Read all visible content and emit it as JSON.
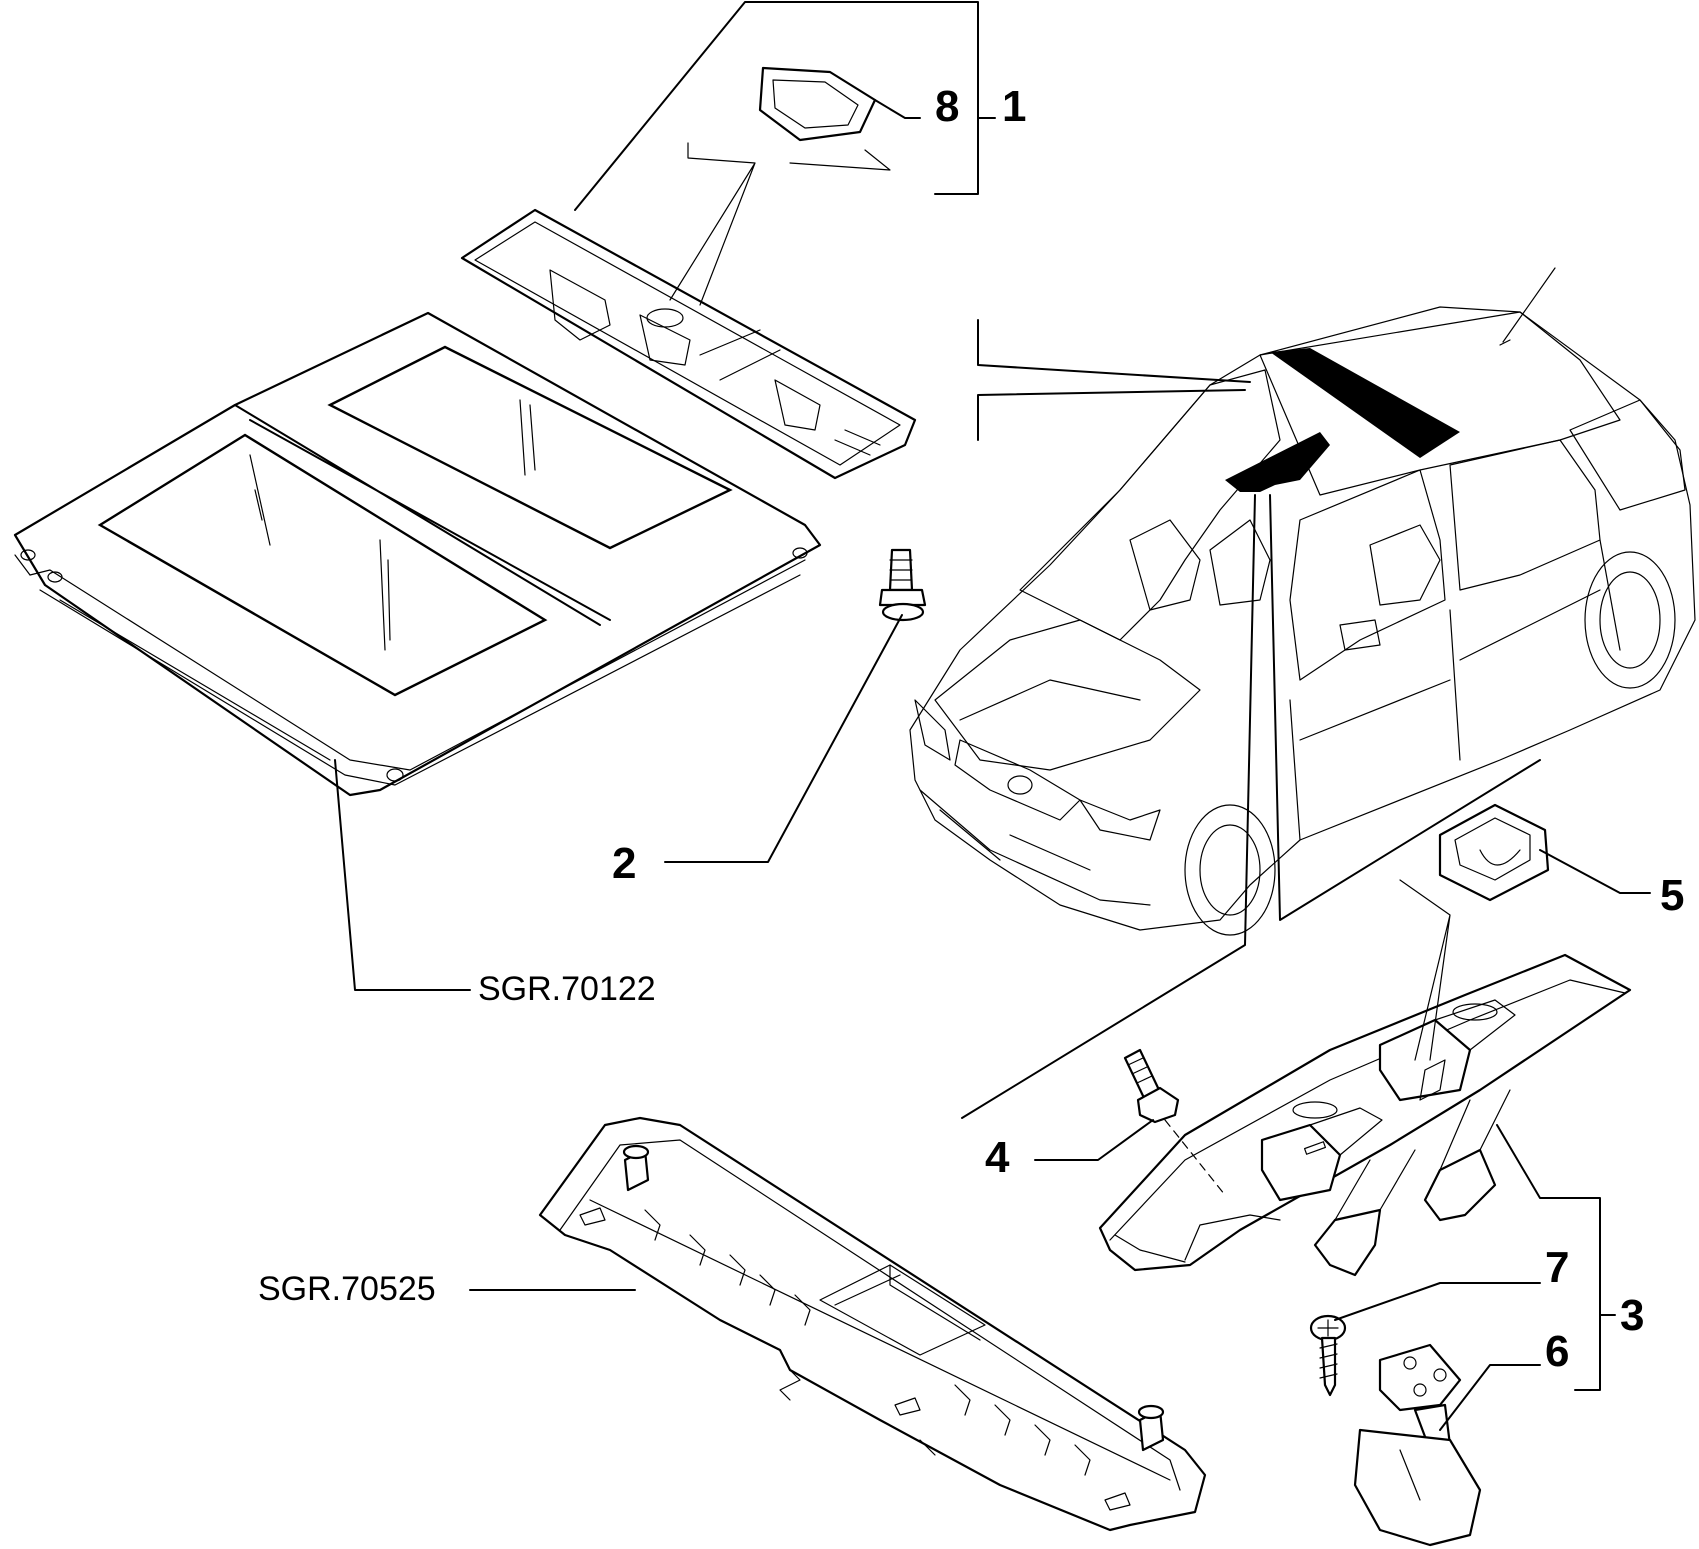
{
  "callouts": {
    "c1": "1",
    "c2": "2",
    "c3": "3",
    "c4": "4",
    "c5": "5",
    "c6": "6",
    "c7": "7",
    "c8": "8"
  },
  "references": {
    "roof": "SGR.70122",
    "console": "SGR.70525"
  }
}
